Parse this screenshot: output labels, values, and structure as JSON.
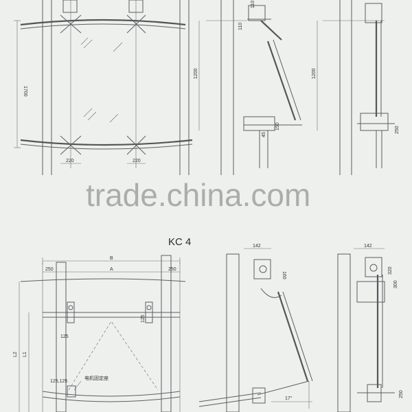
{
  "watermark": "trade.china.com",
  "section_title": "KC 4",
  "top_drawing": {
    "dims_220": "220",
    "dim_1700": "1700",
    "dim_1200": "1200",
    "dim_110": "110",
    "dim_110b": "110",
    "dim_150": "150",
    "dim_250": "250",
    "dim_45": "45"
  },
  "bottom_drawing": {
    "dim_B": "B",
    "dim_A": "A",
    "dim_250_left": "250",
    "dim_250_right": "250",
    "dim_125": "125",
    "dim_125_125": "125,125",
    "dim_L1": "L1",
    "dim_L2": "L2",
    "dim_142": "142",
    "dim_142b": "142",
    "dim_17": "17°",
    "dim_160": "160",
    "dim_320": "320",
    "dim_300": "300",
    "dim_250_side": "250",
    "motor_mount_label": "电机固定座"
  }
}
